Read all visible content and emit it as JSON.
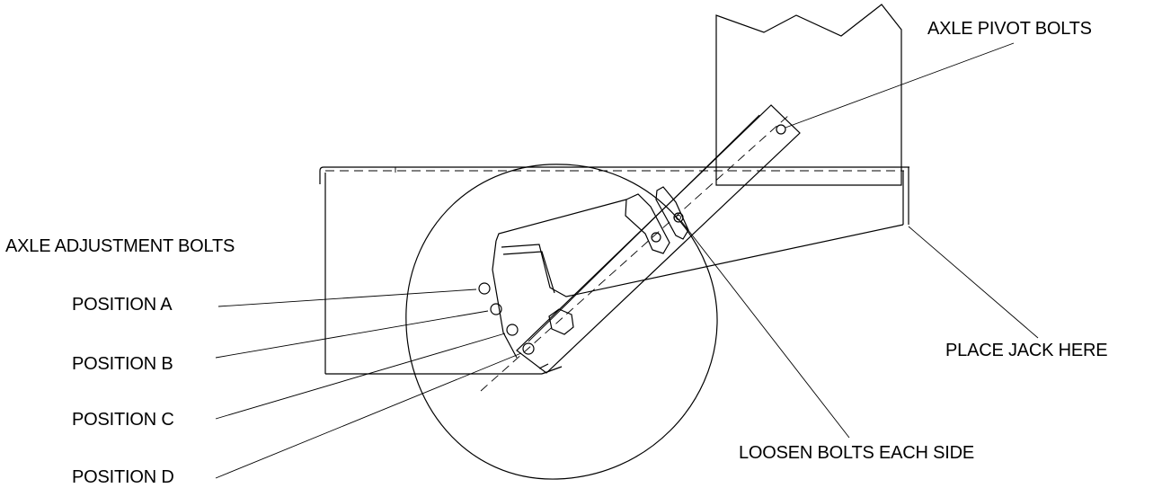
{
  "labels": {
    "axle_pivot_bolts": "AXLE PIVOT BOLTS",
    "axle_adjustment_bolts": "AXLE ADJUSTMENT BOLTS",
    "position_a": "POSITION A",
    "position_b": "POSITION B",
    "position_c": "POSITION C",
    "position_d": "POSITION D",
    "place_jack_here": "PLACE JACK HERE",
    "loosen_bolts_each_side": "LOOSEN BOLTS EACH SIDE"
  },
  "colors": {
    "line": "#000000",
    "background": "#ffffff"
  }
}
